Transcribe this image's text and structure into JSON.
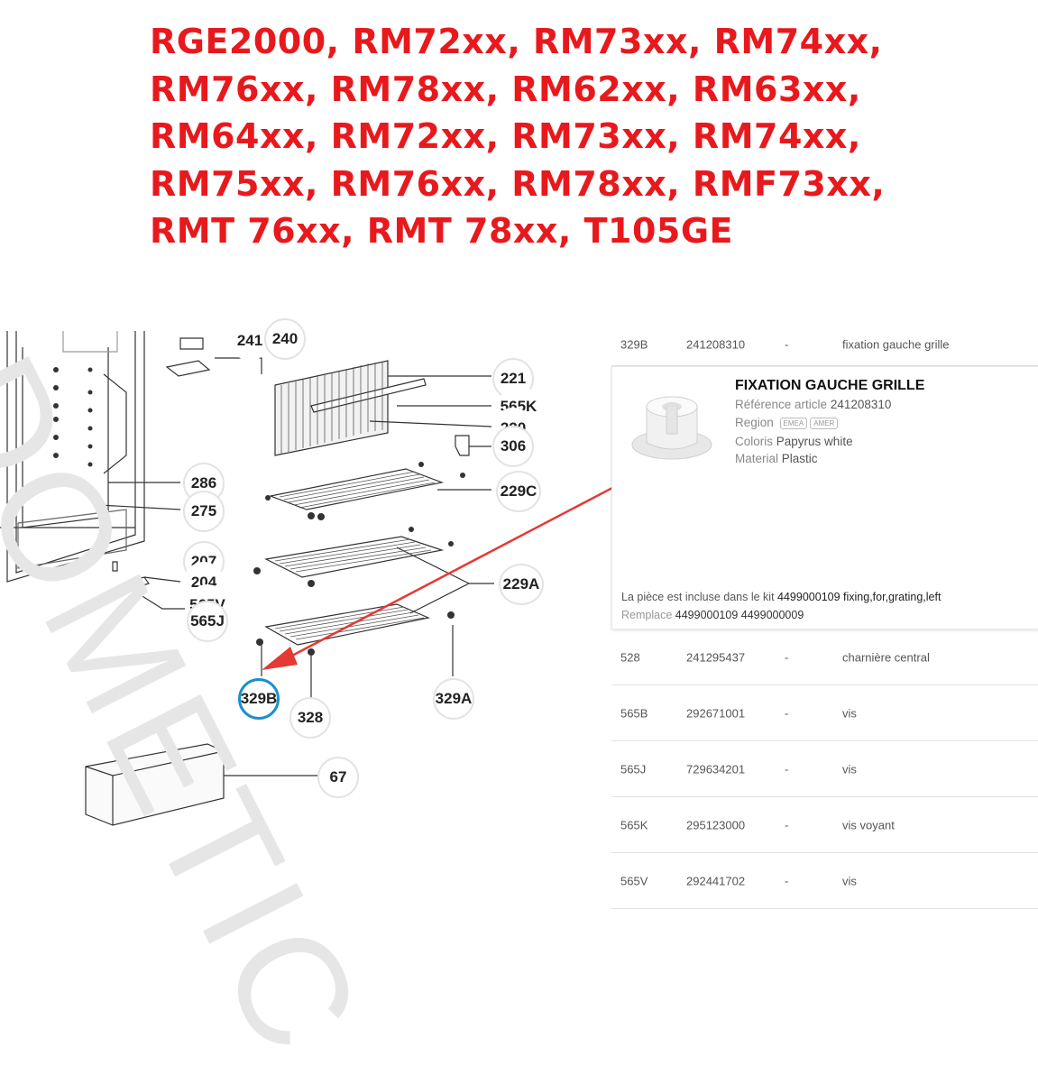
{
  "title_lines": [
    "RGE2000, RM72xx, RM73xx, RM74xx,",
    "RM76xx, RM78xx, RM62xx, RM63xx,",
    "RM64xx, RM72xx, RM73xx, RM74xx,",
    "RM75xx, RM76xx, RM78xx, RMF73xx,",
    "RMT 76xx, RMT 78xx, T105GE"
  ],
  "diagram": {
    "callouts": [
      "241",
      "240",
      "221",
      "565K",
      "220",
      "306",
      "286",
      "275",
      "229C",
      "207",
      "204",
      "565V",
      "565J",
      "229A",
      "329B",
      "328",
      "329A",
      "67"
    ],
    "highlighted": "329B",
    "watermark": "DOMETIC"
  },
  "parts_table": {
    "first_row": {
      "ref": "329B",
      "number": "241208310",
      "dash": "-",
      "desc": "fixation gauche grille"
    },
    "detail": {
      "title": "FIXATION GAUCHE GRILLE",
      "ref_label": "Référence article",
      "ref_value": "241208310",
      "region_label": "Region",
      "region_badges": [
        "EMEA",
        "AMER"
      ],
      "color_label": "Coloris",
      "color_value": "Papyrus white",
      "material_label": "Material",
      "material_value": "Plastic",
      "kit_label": "La pièce est incluse dans le kit",
      "kit_value": "4499000109 fixing,for,grating,left",
      "replace_label": "Remplace",
      "replace_value": "4499000109 4499000009"
    },
    "rows": [
      {
        "ref": "528",
        "number": "241295437",
        "dash": "-",
        "desc": "charnière central"
      },
      {
        "ref": "565B",
        "number": "292671001",
        "dash": "-",
        "desc": "vis"
      },
      {
        "ref": "565J",
        "number": "729634201",
        "dash": "-",
        "desc": "vis"
      },
      {
        "ref": "565K",
        "number": "295123000",
        "dash": "-",
        "desc": "vis voyant"
      },
      {
        "ref": "565V",
        "number": "292441702",
        "dash": "-",
        "desc": "vis"
      }
    ]
  },
  "colors": {
    "title": "#e8191d",
    "highlight_ring": "#1a8fd0",
    "arrow": "#e53935"
  }
}
